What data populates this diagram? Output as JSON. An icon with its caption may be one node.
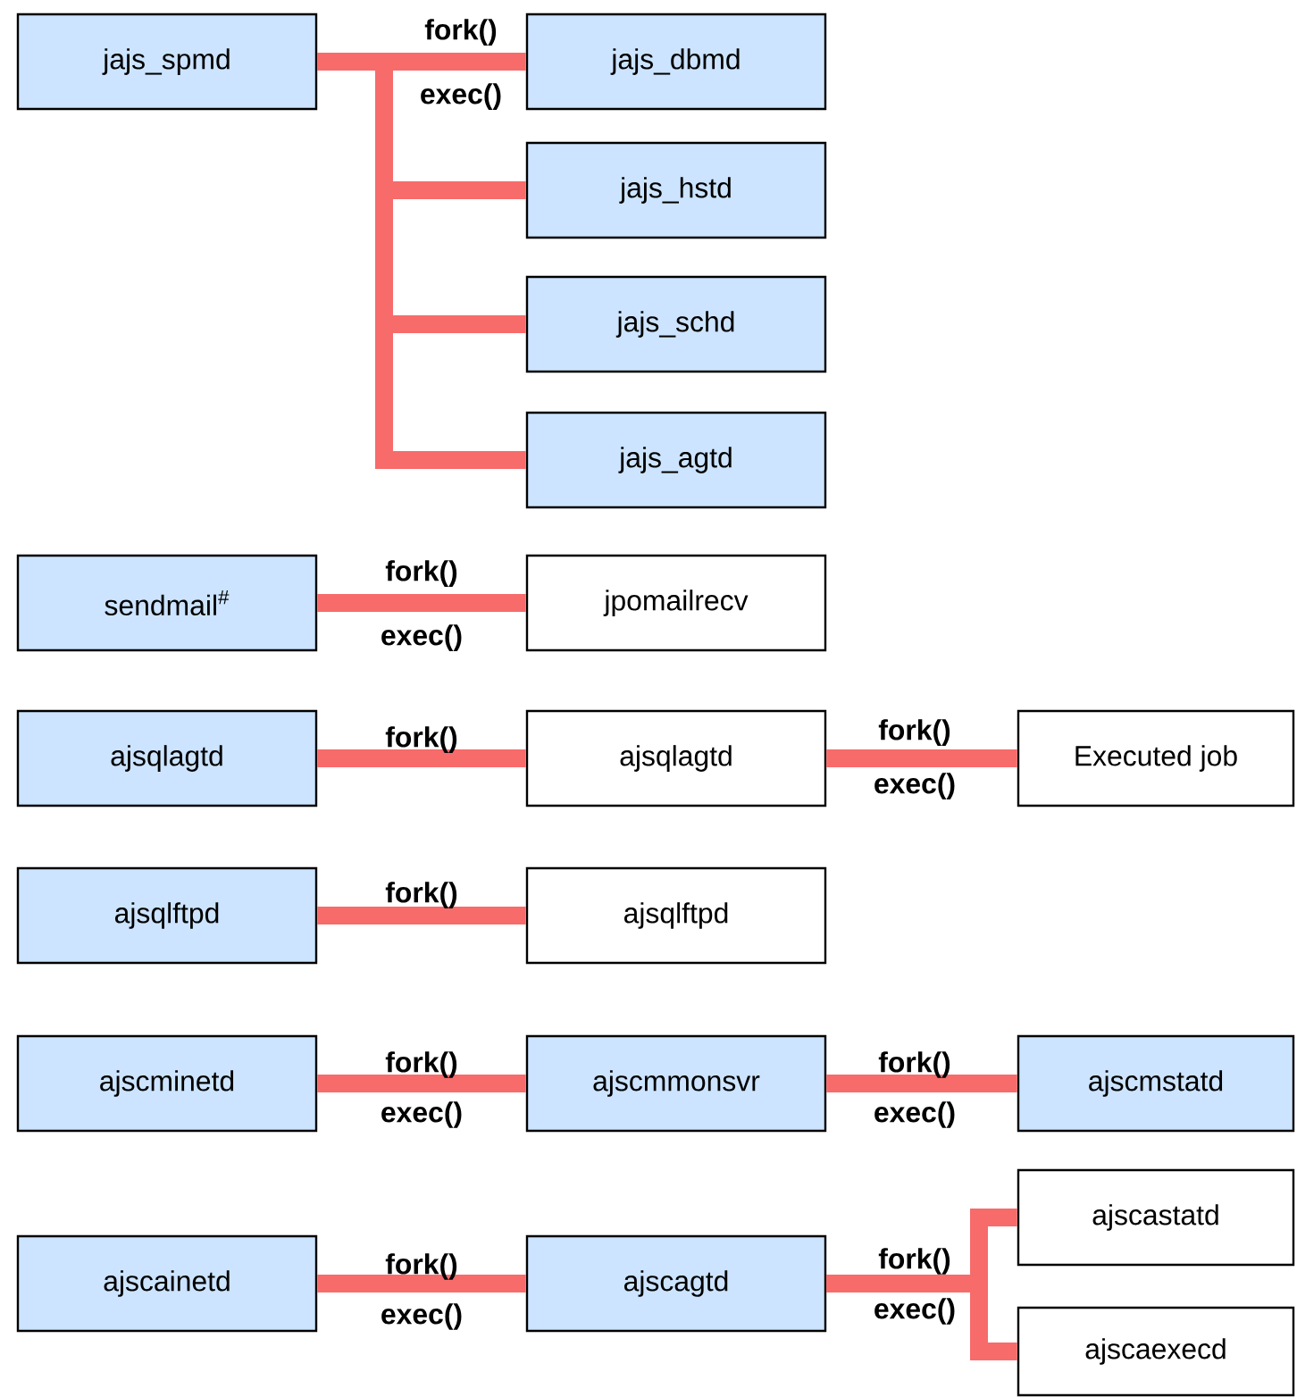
{
  "diagram": {
    "nodes": [
      {
        "text": [
          "jajs_spmd"
        ]
      },
      {
        "text": [
          "jajs_dbmd"
        ]
      },
      {
        "text": [
          "jajs_hstd"
        ]
      },
      {
        "text": [
          "jajs_schd"
        ]
      },
      {
        "text": [
          "jajs_agtd"
        ]
      },
      {
        "text": [
          "sendmail$^{#}$"
        ]
      },
      {
        "text": [
          "jpomailrecv"
        ]
      },
      {
        "text": [
          "ajsqlagtd"
        ]
      },
      {
        "text": [
          "ajsqlagtd"
        ]
      },
      {
        "text": [
          "Executed job"
        ]
      },
      {
        "text": [
          "ajsqlftpd"
        ]
      },
      {
        "text": [
          "ajsqlftpd"
        ]
      },
      {
        "text": [
          "ajscminetd"
        ]
      },
      {
        "text": [
          "ajscmmonsvr"
        ]
      },
      {
        "text": [
          "ajscmstatd"
        ]
      },
      {
        "text": [
          "ajscainetd"
        ]
      },
      {
        "text": [
          "ajscagtd"
        ]
      },
      {
        "text": [
          "ajscastatd"
        ]
      },
      {
        "text": [
          "ajscaexecd"
        ]
      }
    ],
    "edges": [
      {
        "from": 0,
        "to": 1,
        "arrow": "none"
      },
      {
        "from": 0,
        "to": 2,
        "arrow": "none"
      },
      {
        "from": 0,
        "to": 3,
        "arrow": "none"
      },
      {
        "from": 0,
        "to": 4,
        "arrow": "none"
      },
      {
        "from": 5,
        "to": 6,
        "arrow": "none"
      },
      {
        "from": 7,
        "to": 8,
        "arrow": "none"
      },
      {
        "from": 8,
        "to": 9,
        "arrow": "none"
      },
      {
        "from": 10,
        "to": 11,
        "arrow": "none"
      },
      {
        "from": 12,
        "to": 13,
        "arrow": "none"
      },
      {
        "from": 13,
        "to": 14,
        "arrow": "none"
      },
      {
        "from": 15,
        "to": 16,
        "arrow": "none"
      },
      {
        "from": 16,
        "to": 17,
        "arrow": "none"
      },
      {
        "from": 16,
        "to": 18,
        "arrow": "none"
      }
    ],
    "labels": [
      "fork()",
      "exec()",
      "fork()",
      "exec()",
      "fork()",
      "fork()",
      "exec()",
      "fork()",
      "fork()",
      "exec()",
      "fork()",
      "exec()",
      "fork()",
      "exec()",
      "fork()",
      "exec()"
    ]
  }
}
